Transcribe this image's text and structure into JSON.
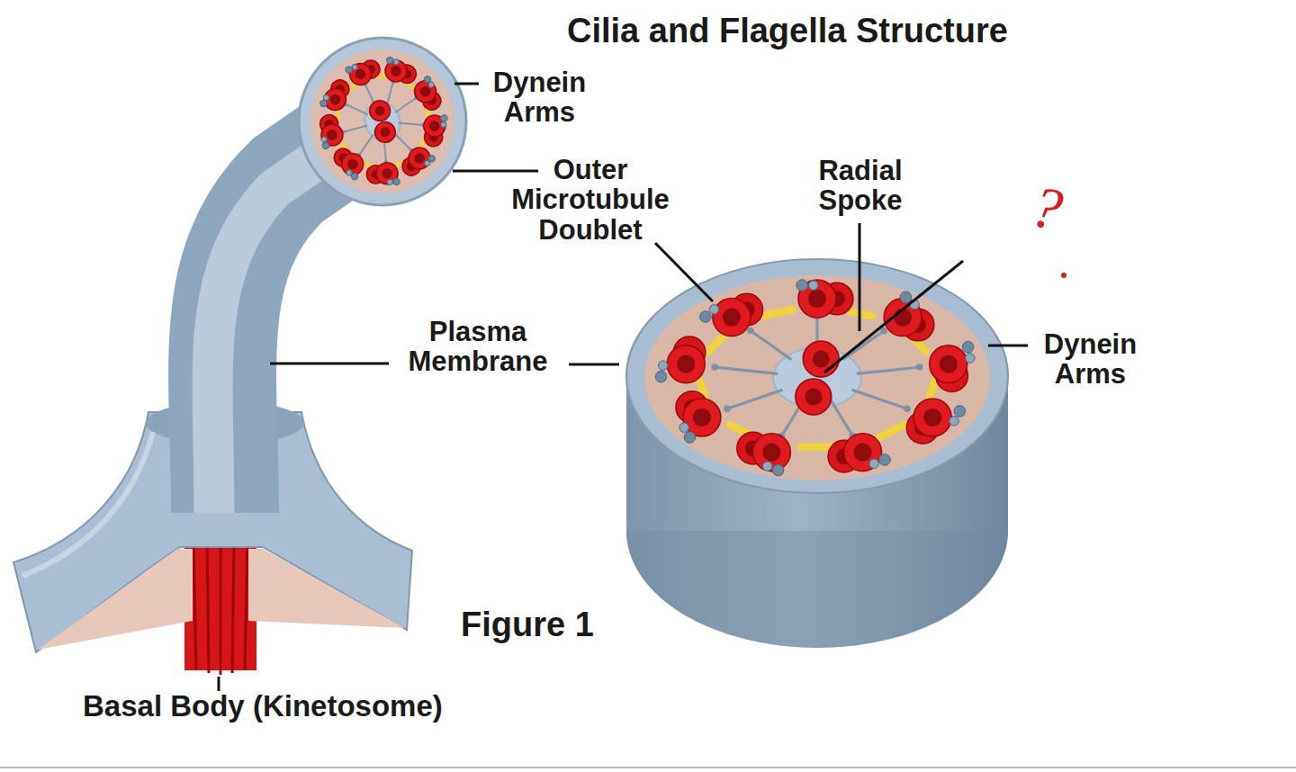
{
  "diagram": {
    "title": "Cilia and Flagella Structure",
    "caption": "Figure 1",
    "labels": [
      "Dynein Arms",
      "Outer Microtubule Doublet",
      "Plasma Membrane",
      "Basal Body (Kinetosome)",
      "Radial Spoke",
      "Dynein Arms",
      "?"
    ]
  }
}
